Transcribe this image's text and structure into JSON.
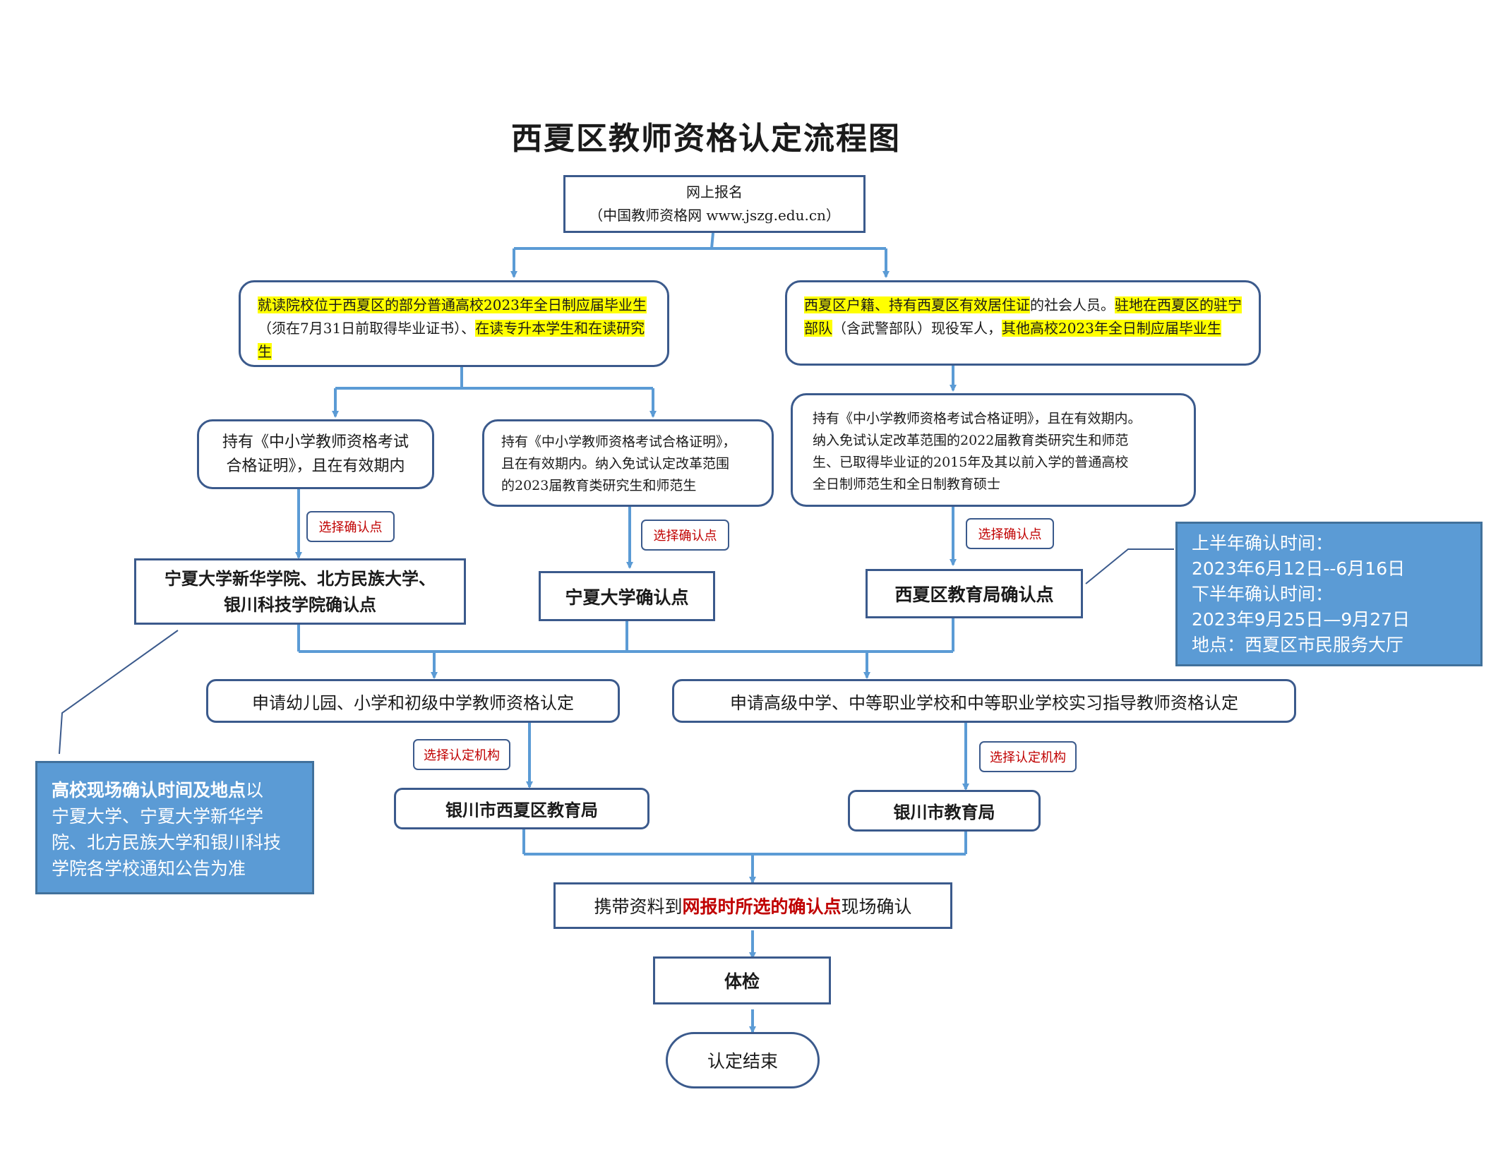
{
  "title": "西夏区教师资格认定流程图",
  "register": {
    "line1": "网上报名",
    "line2": "（中国教师资格网 www.jszg.edu.cn）"
  },
  "group_left": {
    "part1": "就读院校位于西夏区的部分普通高校2023年全日制应届毕业生",
    "part2": "（须在7月31日前取得毕业证书）、",
    "part3": "在读专升本学生和在读研究生"
  },
  "group_right": {
    "part1": "西夏区户籍、持有西夏区有效居住证",
    "part2": "的社会人员。",
    "part3": "驻地在西夏区的驻宁部队",
    "part4": "（含武警部队）现役军人，",
    "part5": "其他高校2023年全日制应届毕业生"
  },
  "cert_a": {
    "line1": "持有《中小学教师资格考试",
    "line2": "合格证明》，且在有效期内"
  },
  "cert_b": {
    "line1": "持有《中小学教师资格考试合格证明》，",
    "line2": "且在有效期内。纳入免试认定改革范围",
    "line3": "的2023届教育类研究生和师范生"
  },
  "cert_c": {
    "line1": "持有《中小学教师资格考试合格证明》，且在有效期内。",
    "line2": "纳入免试认定改革范围的2022届教育类研究生和师范",
    "line3": "生、已取得毕业证的2015年及其以前入学的普通高校",
    "line4": "全日制师范生和全日制教育硕士"
  },
  "tags": {
    "choose_point": "选择确认点",
    "choose_agency": "选择认定机构"
  },
  "point_a": {
    "line1": "宁夏大学新华学院、北方民族大学、",
    "line2": "银川科技学院确认点"
  },
  "point_b": "宁夏大学确认点",
  "point_c": "西夏区教育局确认点",
  "note_right": {
    "line1": "上半年确认时间：",
    "line2": "2023年6月12日--6月16日",
    "line3": "下半年确认时间：",
    "line4": "2023年9月25日—9月27日",
    "line5": "地点：西夏区市民服务大厅"
  },
  "apply_a": "申请幼儿园、小学和初级中学教师资格认定",
  "apply_b": "申请高级中学、中等职业学校和中等职业学校实习指导教师资格认定",
  "note_left": {
    "bold": "高校现场确认时间及地点",
    "line1": "以",
    "line2": "宁夏大学、宁夏大学新华学",
    "line3": "院、北方民族大学和银川科技",
    "line4": "学院各学校通知公告为准"
  },
  "agency_a": "银川市西夏区教育局",
  "agency_b": "银川市教育局",
  "confirm": {
    "part1": "携带资料到",
    "part2": "网报时所选的确认点",
    "part3": "现场确认"
  },
  "exam": "体检",
  "end": "认定结束",
  "colors": {
    "line": "#5b9bd5",
    "border": "#3b5a8c",
    "note_fill": "#5b9bd5",
    "highlight": "#ffff00",
    "emphasis": "#c00000"
  }
}
